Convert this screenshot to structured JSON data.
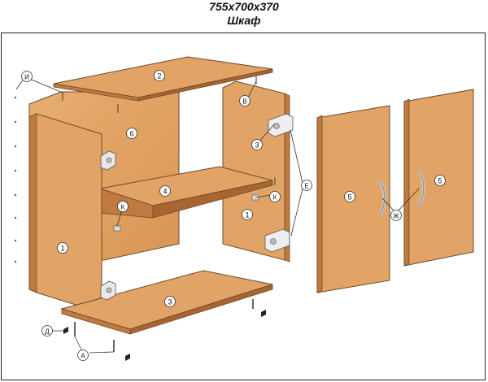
{
  "header": {
    "dimensions": "755x700x370",
    "title": "Шкаф"
  },
  "callouts": {
    "top_panel": "2",
    "back_panel": "6",
    "side_left": "1",
    "side_right": "1",
    "shelf": "4",
    "bottom": "3",
    "hinge_top": "3",
    "door_left": "5",
    "door_right": "5",
    "screws": "И",
    "fastener_v": "В",
    "confirmat": "К",
    "shelf_support": "К",
    "hinges": "Е",
    "handles": "Ж",
    "feet": "Д",
    "dowels": "А"
  },
  "colors": {
    "panel_face": "#e2a466",
    "panel_edge": "#c07a3f",
    "panel_dark": "#a9652f",
    "outline": "#6b4a2a",
    "hardware": "#d9d9d9"
  }
}
